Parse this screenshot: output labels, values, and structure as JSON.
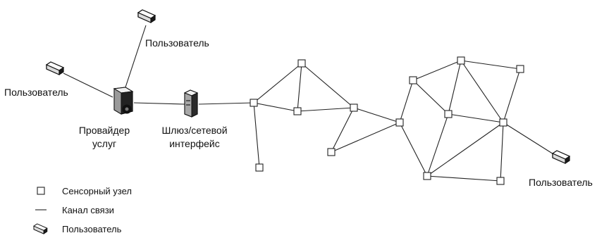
{
  "labels": {
    "user_top": "Пользователь",
    "user_left": "Пользователь",
    "user_right": "Пользователь",
    "provider_line1": "Провайдер",
    "provider_line2": "услуг",
    "gateway_line1": "Шлюз/сетевой",
    "gateway_line2": "интерфейс"
  },
  "legend": {
    "sensor_node": "Сенсорный узел",
    "link": "Канал связи",
    "user": "Пользователь"
  },
  "icons": {
    "sensor_node": "square-node-icon",
    "user": "user-device-icon",
    "provider": "server-icon",
    "gateway": "gateway-icon"
  }
}
